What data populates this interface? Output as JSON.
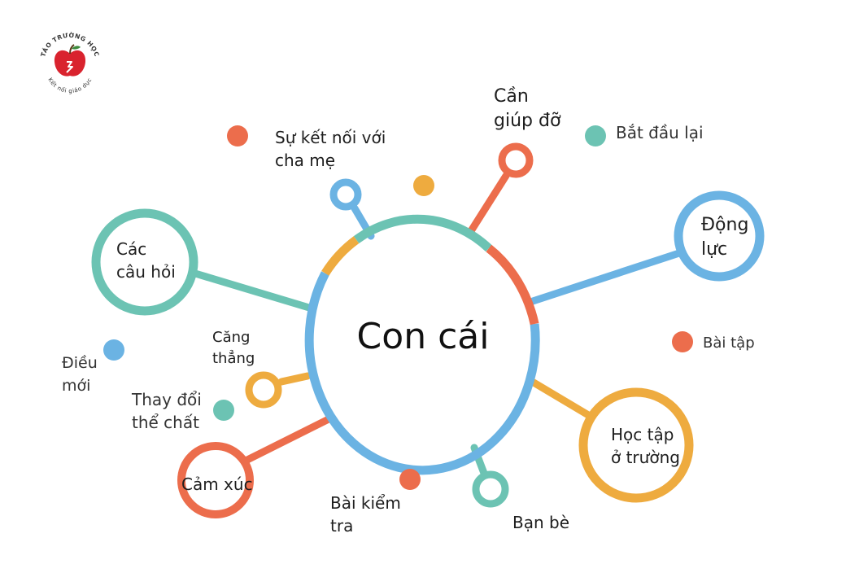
{
  "logo": {
    "top_text": "TÁO TRƯỜNG HỌC",
    "bottom_text": "Kết nối giáo dục"
  },
  "center": {
    "label": "Con cái"
  },
  "nodes": [
    {
      "id": "can-giup-do",
      "lines": [
        "Cần",
        "giúp đỡ"
      ]
    },
    {
      "id": "su-ket-noi",
      "lines": [
        "Sự kết nối với",
        "cha mẹ"
      ]
    },
    {
      "id": "bat-dau-lai",
      "lines": [
        "Bắt đầu lại"
      ]
    },
    {
      "id": "dong-luc",
      "lines": [
        "Động",
        "lực"
      ]
    },
    {
      "id": "cac-cau-hoi",
      "lines": [
        "Các",
        "câu hỏi"
      ]
    },
    {
      "id": "bai-tap",
      "lines": [
        "Bài tập"
      ]
    },
    {
      "id": "dieu-moi",
      "lines": [
        "Điều",
        "mới"
      ]
    },
    {
      "id": "cang-thang",
      "lines": [
        "Căng",
        "thẳng"
      ]
    },
    {
      "id": "thay-doi-the-chat",
      "lines": [
        "Thay đổi",
        "thể chất"
      ]
    },
    {
      "id": "hoc-tap",
      "lines": [
        "Học tập",
        "ở trường"
      ]
    },
    {
      "id": "cam-xuc",
      "lines": [
        "Cảm xúc"
      ]
    },
    {
      "id": "bai-kiem-tra",
      "lines": [
        "Bài kiểm",
        "tra"
      ]
    },
    {
      "id": "ban-be",
      "lines": [
        "Bạn bè"
      ]
    }
  ],
  "colors": {
    "teal": "#6cc3b3",
    "blue": "#6bb3e3",
    "orange": "#ec6d4c",
    "yellow": "#eeab3f",
    "logo_red": "#d9232e"
  }
}
